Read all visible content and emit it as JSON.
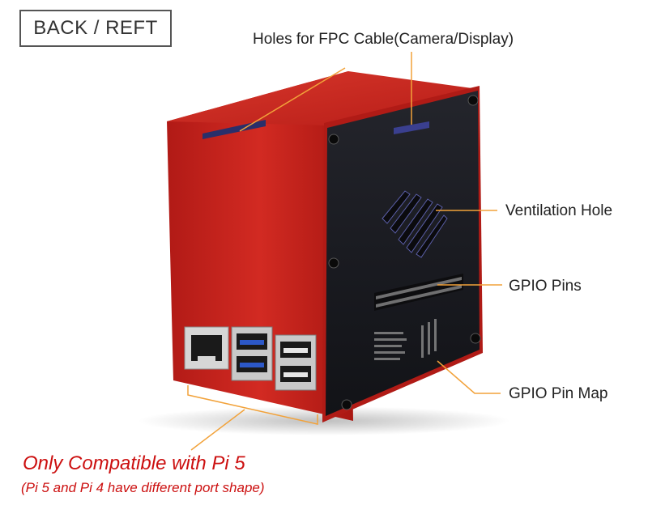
{
  "view_label": "BACK / REFT",
  "callouts": {
    "fpc_holes": "Holes for FPC Cable(Camera/Display)",
    "ventilation": "Ventilation Hole",
    "gpio_pins": "GPIO Pins",
    "gpio_map": "GPIO Pin Map"
  },
  "compatibility": {
    "title": "Only Compatible with Pi 5",
    "note": "(Pi 5 and Pi 4 have different port shape)"
  },
  "colors": {
    "case_red": "#c8221c",
    "panel_dark": "#1e1f25",
    "leader_orange": "#f2a23a",
    "note_red": "#cc1010"
  }
}
